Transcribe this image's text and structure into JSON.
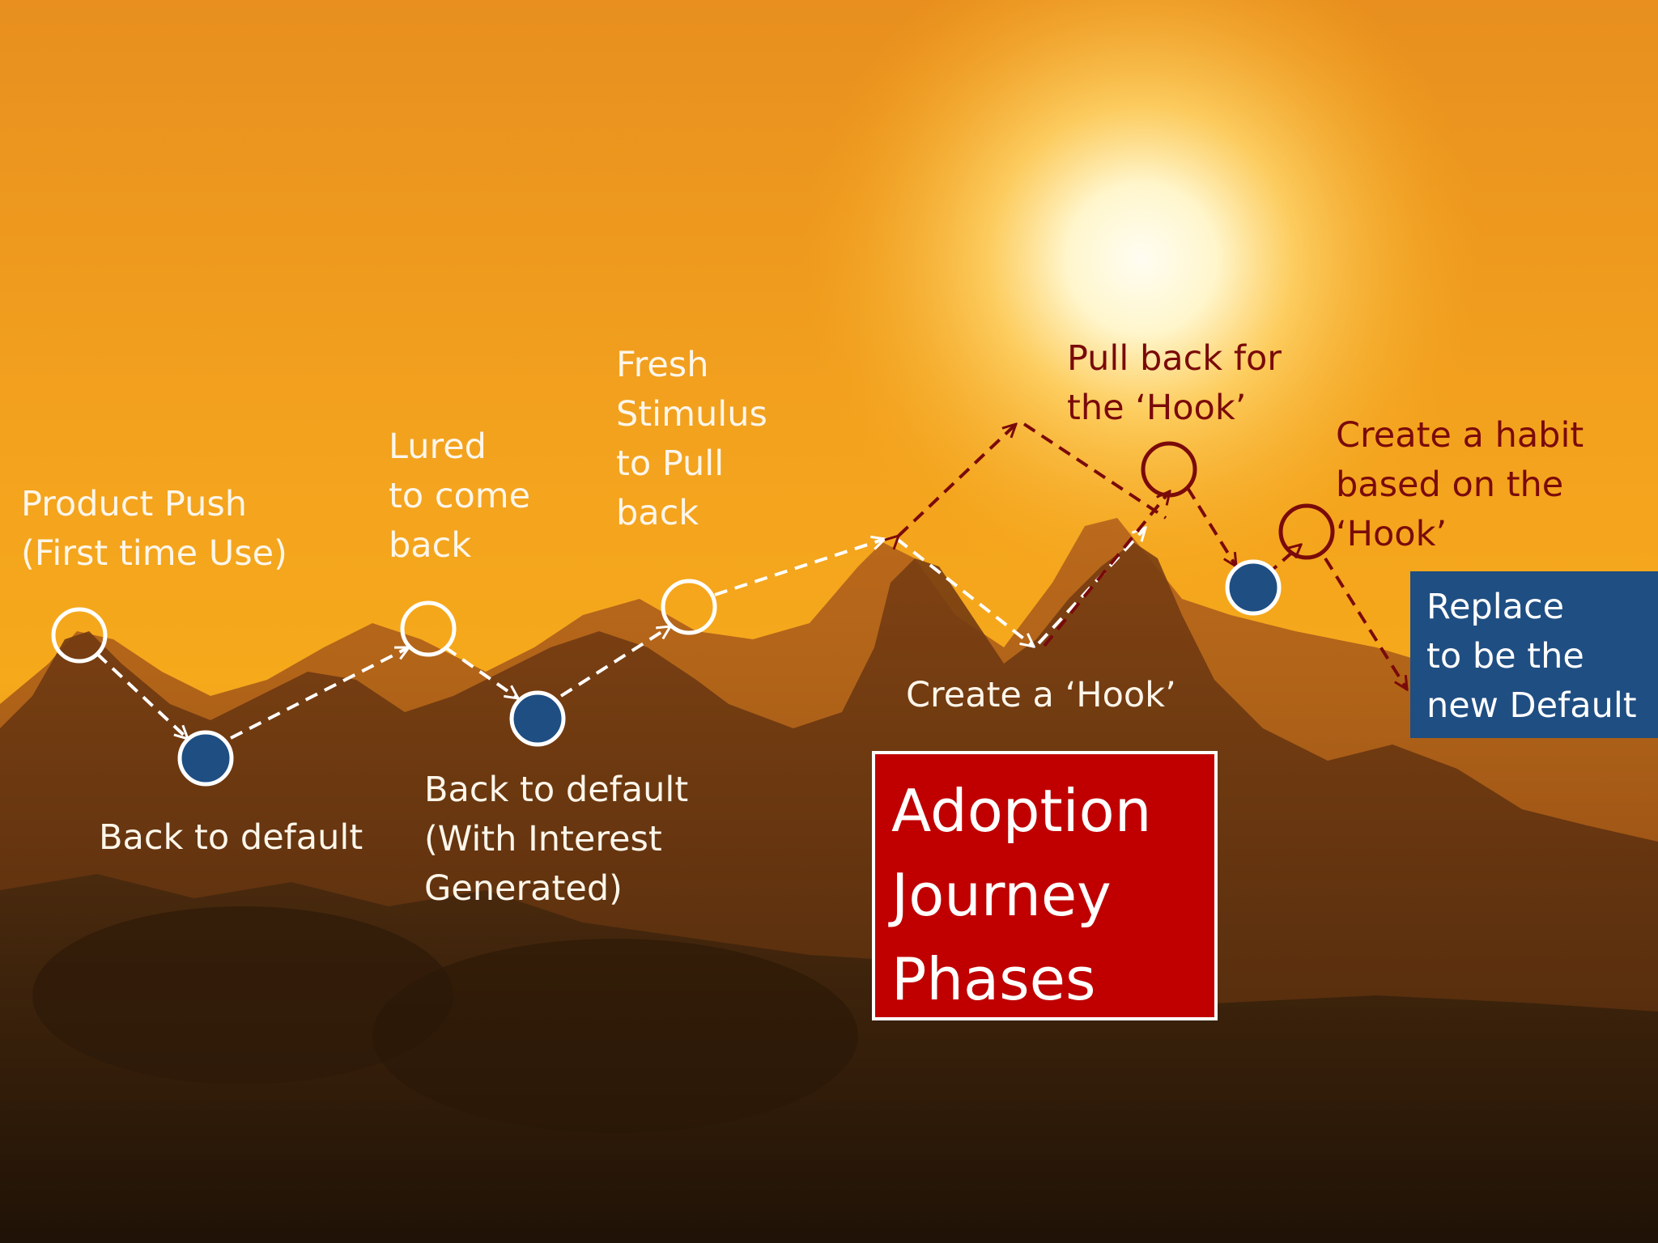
{
  "colors": {
    "light_text": "#fdf6ea",
    "dark_text": "#7a0a0a",
    "filled_node": "#1f4e82",
    "title_box": "#c00000",
    "default_box": "#1f4e82",
    "light_arrow": "#ffffff",
    "dark_arrow": "#7a0a0a"
  },
  "labels": {
    "product_push": "Product Push\n(First time Use)",
    "back_default_1": "Back to default",
    "lured": "Lured\nto come\nback",
    "back_default_2": "Back to default\n(With Interest\nGenerated)",
    "fresh_stimulus": "Fresh\nStimulus\nto Pull\nback",
    "create_hook": "Create a ‘Hook’",
    "pull_back_hook": "Pull back for\nthe ‘Hook’",
    "create_habit": "Create a habit\nbased on the\n‘Hook’",
    "replace_default": "Replace\nto be the\nnew Default"
  },
  "title": "Adoption\nJourney\nPhases",
  "nodes": [
    {
      "name": "node-product-push",
      "style": "hollow-light"
    },
    {
      "name": "node-back-to-default-1",
      "style": "filled"
    },
    {
      "name": "node-lured",
      "style": "hollow-light"
    },
    {
      "name": "node-back-to-default-2",
      "style": "filled"
    },
    {
      "name": "node-fresh-stimulus",
      "style": "hollow-light"
    },
    {
      "name": "node-pull-back-hook",
      "style": "hollow-dark"
    },
    {
      "name": "node-default-3",
      "style": "filled"
    },
    {
      "name": "node-create-habit",
      "style": "hollow-dark"
    }
  ]
}
